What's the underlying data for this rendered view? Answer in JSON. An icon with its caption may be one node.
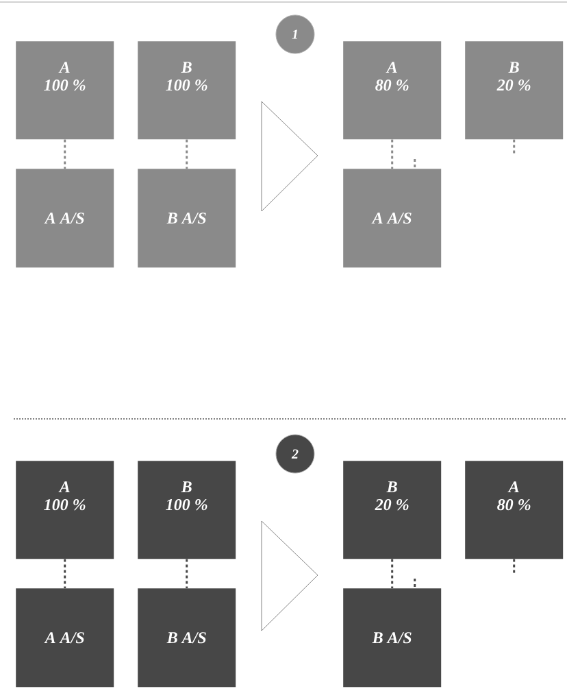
{
  "diagram": {
    "nodes": [
      {
        "text": [
          "1"
        ]
      },
      {
        "text": [
          "A",
          "100 %"
        ]
      },
      {
        "text": [
          "B",
          "100 %"
        ]
      },
      {
        "text": [],
        "shape": "triangle"
      },
      {
        "text": [
          "A",
          "80 %"
        ]
      },
      {
        "text": [
          "B",
          "20 %"
        ]
      },
      {
        "text": [
          "A A/S"
        ]
      },
      {
        "text": [
          "B A/S"
        ]
      },
      {
        "text": [
          "A A/S"
        ]
      },
      {
        "text": [
          "2"
        ]
      },
      {
        "text": [
          "A",
          "100 %"
        ]
      },
      {
        "text": [
          "B",
          "100 %"
        ]
      },
      {
        "text": [],
        "shape": "triangle"
      },
      {
        "text": [
          "B",
          "20 %"
        ]
      },
      {
        "text": [
          "A",
          "80 %"
        ]
      },
      {
        "text": [
          "A A/S"
        ]
      },
      {
        "text": [
          "B A/S"
        ]
      },
      {
        "text": [
          "B A/S"
        ]
      }
    ],
    "edges": [
      {
        "from": 1,
        "to": 6,
        "arrow": "none"
      },
      {
        "from": 2,
        "to": 7,
        "arrow": "none"
      },
      {
        "from": 4,
        "to": 8,
        "arrow": "none"
      },
      {
        "from": 5,
        "to": null,
        "arrow": "none"
      },
      {
        "from": null,
        "to": 8,
        "arrow": "none"
      },
      {
        "from": 10,
        "to": 15,
        "arrow": "none"
      },
      {
        "from": 11,
        "to": 16,
        "arrow": "none"
      },
      {
        "from": 13,
        "to": 17,
        "arrow": "none"
      },
      {
        "from": 14,
        "to": null,
        "arrow": "none"
      },
      {
        "from": null,
        "to": 17,
        "arrow": "none"
      }
    ]
  }
}
